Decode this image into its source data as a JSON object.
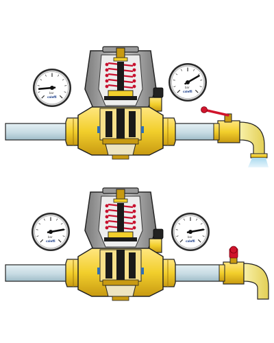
{
  "colors": {
    "pipe": "#c7dbe3",
    "pipe_edge": "#222222",
    "pipe_shadow": "#9fbcc8",
    "brass": "#f2cf2c",
    "brass_dark": "#c89a12",
    "body_grey": "#8e8e8e",
    "body_grey_light": "#c4c4c4",
    "inner_black": "#1a1a1a",
    "spring_red": "#c8102e",
    "valve_red": "#d0142c",
    "water_spray": "#bfe3f5",
    "spout_yellow": "#f5e685",
    "bonnet": "#222222"
  },
  "gauges": {
    "top_left": {
      "brand": "caleffi",
      "unit": "bar",
      "needle_deg": -95
    },
    "top_right": {
      "brand": "caleffi",
      "unit": "bar",
      "needle_deg": 60
    },
    "bottom_left": {
      "brand": "caleffi",
      "unit": "bar",
      "needle_deg": 80
    },
    "bottom_right": {
      "brand": "caleffi",
      "unit": "bar",
      "needle_deg": 80
    }
  },
  "scenes": [
    {
      "name": "flowing",
      "tap_state": "open",
      "water": true
    },
    {
      "name": "static",
      "tap_state": "closed",
      "water": false
    }
  ]
}
